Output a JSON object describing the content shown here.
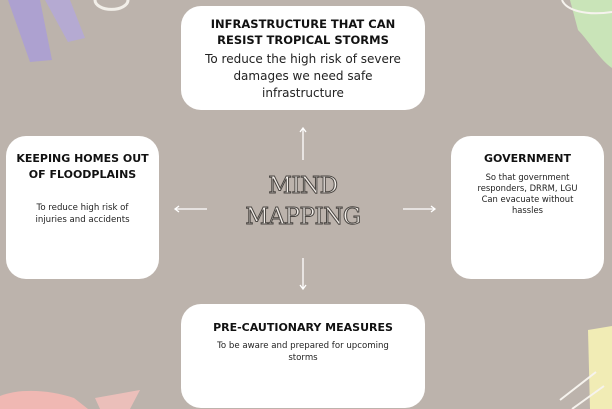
{
  "center": {
    "line1": "MIND",
    "line2": "MAPPING"
  },
  "nodes": {
    "top": {
      "title_line1": "INFRASTRUCTURE THAT CAN",
      "title_line2": "RESIST TROPICAL STORMS",
      "text_line1": "To reduce the high risk of severe",
      "text_line2": "damages we need safe",
      "text_line3": "infrastructure"
    },
    "left": {
      "title_line1": "KEEPING HOMES OUT",
      "title_line2": "OF FLOODPLAINS",
      "text_line1": "To reduce high risk of",
      "text_line2": "injuries and accidents"
    },
    "right": {
      "title": "GOVERNMENT",
      "text_line1": "So that government",
      "text_line2": "responders, DRRM, LGU",
      "text_line3": "Can evacuate without",
      "text_line4": "hassles"
    },
    "bottom": {
      "title": "PRE-CAUTIONARY MEASURES",
      "text_line1": "To be aware and prepared for upcoming",
      "text_line2": "storms"
    }
  },
  "colors": {
    "background": "#bcb3ac",
    "card": "#ffffff",
    "arrow": "#ffffff"
  }
}
